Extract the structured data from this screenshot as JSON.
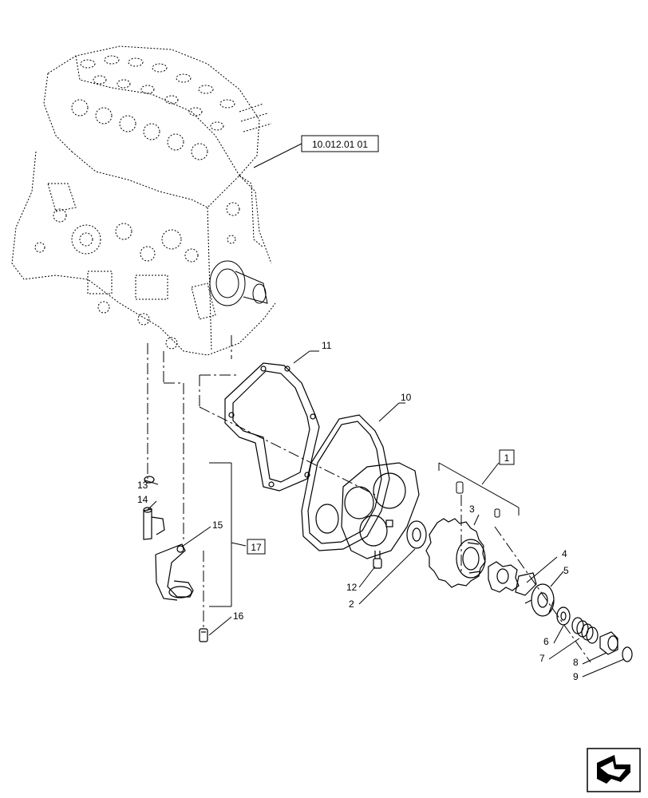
{
  "diagram": {
    "reference_label": "10.012.01 01",
    "callouts": [
      "1",
      "2",
      "3",
      "4",
      "5",
      "6",
      "7",
      "8",
      "9",
      "10",
      "11",
      "12",
      "13",
      "14",
      "15",
      "16",
      "17"
    ],
    "boxed_callouts": [
      "1",
      "17"
    ],
    "nav_icon": "next-page-arrow-icon"
  }
}
